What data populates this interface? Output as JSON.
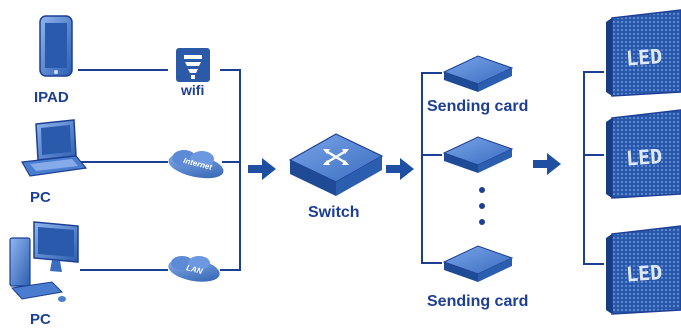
{
  "labels": {
    "ipad": "IPAD",
    "pc1": "PC",
    "pc2": "PC",
    "wifi": "wifi",
    "internet": "Internet",
    "lan": "LAN",
    "switch": "Switch",
    "sending_card_top": "Sending card",
    "sending_card_bottom": "Sending card",
    "led": "LED"
  },
  "colors": {
    "text": "#1d3f93",
    "line": "#1d3f93",
    "arrow": "#1f4fa0",
    "device_dark": "#2b5aa8",
    "device_light": "#6f9be0"
  },
  "icons": {
    "ipad": "tablet-icon",
    "pc1": "laptop-icon",
    "pc2": "desktop-computer-icon",
    "wifi": "wifi-router-icon",
    "internet": "internet-cloud-icon",
    "lan": "lan-cloud-icon",
    "switch": "network-switch-icon",
    "sending_card": "sending-card-icon",
    "led": "led-panel-icon"
  }
}
